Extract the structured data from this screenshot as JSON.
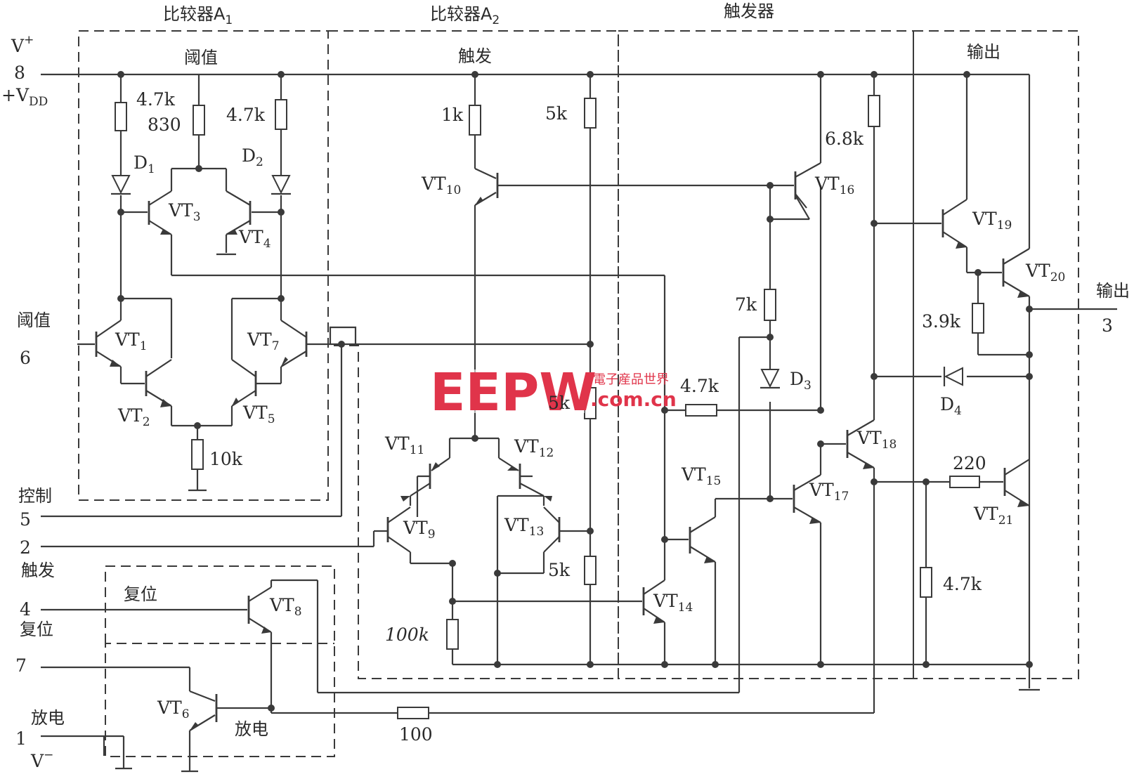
{
  "sections": {
    "comparator_a1": "比较器A",
    "comparator_a1_sub": "1",
    "comparator_a2": "比较器A",
    "comparator_a2_sub": "2",
    "trigger_block": "触发器",
    "output_block": "输出"
  },
  "pins": {
    "vplus": "V",
    "vplus_sup": "+",
    "pin8": "8",
    "vdd": "+V",
    "vdd_sub": "DD",
    "threshold_label": "阈值",
    "pin6": "6",
    "control_label": "控制",
    "pin5": "5",
    "pin2": "2",
    "trigger_label": "触发",
    "pin4": "4",
    "reset_label": "复位",
    "pin7": "7",
    "discharge_label": "放电",
    "pin1": "1",
    "vminus": "V",
    "vminus_sup": "−",
    "output_label": "输出",
    "pin3": "3"
  },
  "inner_labels": {
    "threshold": "阈值",
    "trigger": "触发",
    "reset": "复位",
    "discharge": "放电"
  },
  "resistors": {
    "r1": "4.7k",
    "r2": "830",
    "r3": "4.7k",
    "r4": "10k",
    "r5": "1k",
    "r6": "5k",
    "r7": "5k",
    "r8": "5k",
    "r9": "100k",
    "r10": "6.8k",
    "r11": "7k",
    "r12": "4.7k",
    "r13": "3.9k",
    "r14": "220",
    "r15": "4.7k",
    "r16": "100"
  },
  "transistors": [
    {
      "id": "vt1",
      "name": "VT",
      "sub": "1"
    },
    {
      "id": "vt2",
      "name": "VT",
      "sub": "2"
    },
    {
      "id": "vt3",
      "name": "VT",
      "sub": "3"
    },
    {
      "id": "vt4",
      "name": "VT",
      "sub": "4"
    },
    {
      "id": "vt5",
      "name": "VT",
      "sub": "5"
    },
    {
      "id": "vt6",
      "name": "VT",
      "sub": "6"
    },
    {
      "id": "vt7",
      "name": "VT",
      "sub": "7"
    },
    {
      "id": "vt8",
      "name": "VT",
      "sub": "8"
    },
    {
      "id": "vt9",
      "name": "VT",
      "sub": "9"
    },
    {
      "id": "vt10",
      "name": "VT",
      "sub": "10"
    },
    {
      "id": "vt11",
      "name": "VT",
      "sub": "11"
    },
    {
      "id": "vt12",
      "name": "VT",
      "sub": "12"
    },
    {
      "id": "vt13",
      "name": "VT",
      "sub": "13"
    },
    {
      "id": "vt14",
      "name": "VT",
      "sub": "14"
    },
    {
      "id": "vt15",
      "name": "VT",
      "sub": "15"
    },
    {
      "id": "vt16",
      "name": "VT",
      "sub": "16"
    },
    {
      "id": "vt17",
      "name": "VT",
      "sub": "17"
    },
    {
      "id": "vt18",
      "name": "VT",
      "sub": "18"
    },
    {
      "id": "vt19",
      "name": "VT",
      "sub": "19"
    },
    {
      "id": "vt20",
      "name": "VT",
      "sub": "20"
    },
    {
      "id": "vt21",
      "name": "VT",
      "sub": "21"
    }
  ],
  "diodes": [
    {
      "id": "d1",
      "name": "D",
      "sub": "1"
    },
    {
      "id": "d2",
      "name": "D",
      "sub": "2"
    },
    {
      "id": "d3",
      "name": "D",
      "sub": "3"
    },
    {
      "id": "d4",
      "name": "D",
      "sub": "4"
    }
  ],
  "watermark": {
    "logo": "EEPW",
    "cn": "電子産品世界",
    "domain": ".com.cn"
  }
}
